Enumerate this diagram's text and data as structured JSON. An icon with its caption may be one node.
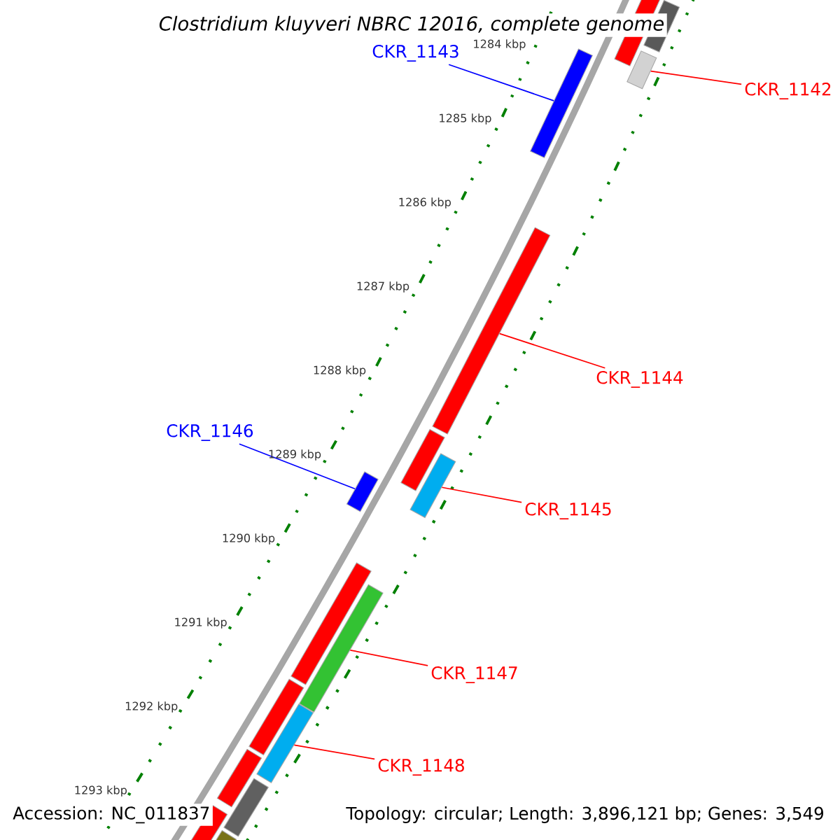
{
  "diagram": {
    "title": "Clostridium kluyveri NBRC 12016, complete genome",
    "nodes": [
      {
        "text": [
          "CKR_1143"
        ]
      },
      {
        "text": [],
        "shape": "bar"
      },
      {
        "text": [
          "CKR_1142"
        ]
      },
      {
        "text": [],
        "shape": "bar"
      },
      {
        "text": [
          "CKR_1144"
        ]
      },
      {
        "text": [],
        "shape": "bar"
      },
      {
        "text": [
          "CKR_1146"
        ]
      },
      {
        "text": [],
        "shape": "bar"
      },
      {
        "text": [
          "CKR_1145"
        ]
      },
      {
        "text": [],
        "shape": "bar"
      },
      {
        "text": [
          "CKR_1147"
        ]
      },
      {
        "text": [],
        "shape": "bar"
      },
      {
        "text": [
          "CKR_1148"
        ]
      },
      {
        "text": [],
        "shape": "bar"
      },
      {
        "text": [],
        "shape": "bar"
      }
    ],
    "edges": [
      {
        "from": 0,
        "to": 1,
        "arrow": "none",
        "color": "#0000ff"
      },
      {
        "from": 2,
        "to": 3,
        "arrow": "none"
      },
      {
        "from": 4,
        "to": 5,
        "arrow": "none"
      },
      {
        "from": 6,
        "to": 7,
        "arrow": "none",
        "color": "#0000ff"
      },
      {
        "from": 8,
        "to": 9,
        "arrow": "none"
      },
      {
        "from": 10,
        "to": 11,
        "arrow": "none"
      },
      {
        "from": 12,
        "to": 13,
        "arrow": "none"
      }
    ],
    "labels": [
      "1284 kbp",
      "1285 kbp",
      "1286 kbp",
      "1287 kbp",
      "1288 kbp",
      "1289 kbp",
      "1290 kbp",
      "1291 kbp",
      "1292 kbp",
      "1293 kbp",
      "Accession: NC_011837",
      "Topology: circular; Length: 3,896,121 bp; Genes: 3,549"
    ]
  }
}
